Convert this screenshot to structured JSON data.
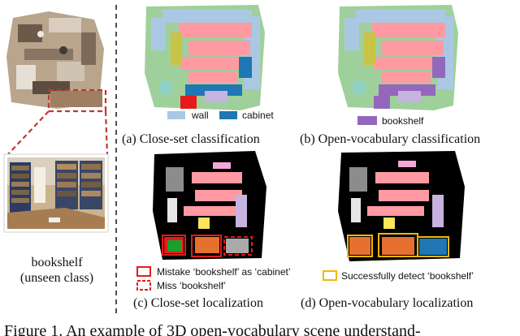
{
  "left_panel": {
    "class_name": "bookshelf",
    "class_note": "(unseen class)"
  },
  "panels": {
    "a": {
      "caption": "(a) Close-set classification"
    },
    "b": {
      "caption": "(b) Open-vocabulary classification"
    },
    "c": {
      "caption": "(c) Close-set localization"
    },
    "d": {
      "caption": "(d) Open-vocabulary localization"
    }
  },
  "legend_a": {
    "wall": "wall",
    "cabinet": "cabinet"
  },
  "legend_b": {
    "bookshelf": "bookshelf"
  },
  "legend_c": {
    "mistake": "Mistake ‘bookshelf’ as ‘cabinet’",
    "miss": "Miss ‘bookshelf’"
  },
  "legend_d": {
    "success": "Successfully detect ‘bookshelf’"
  },
  "figure_caption": "Figure 1. An example of 3D open-vocabulary scene understand-",
  "colors": {
    "wall": "#aac8e4",
    "cabinet": "#1f77b4",
    "bookshelf": "#9467bd",
    "red_box": "#e41a1c",
    "yellow_box": "#f2b705",
    "callout": "#c0392b"
  }
}
